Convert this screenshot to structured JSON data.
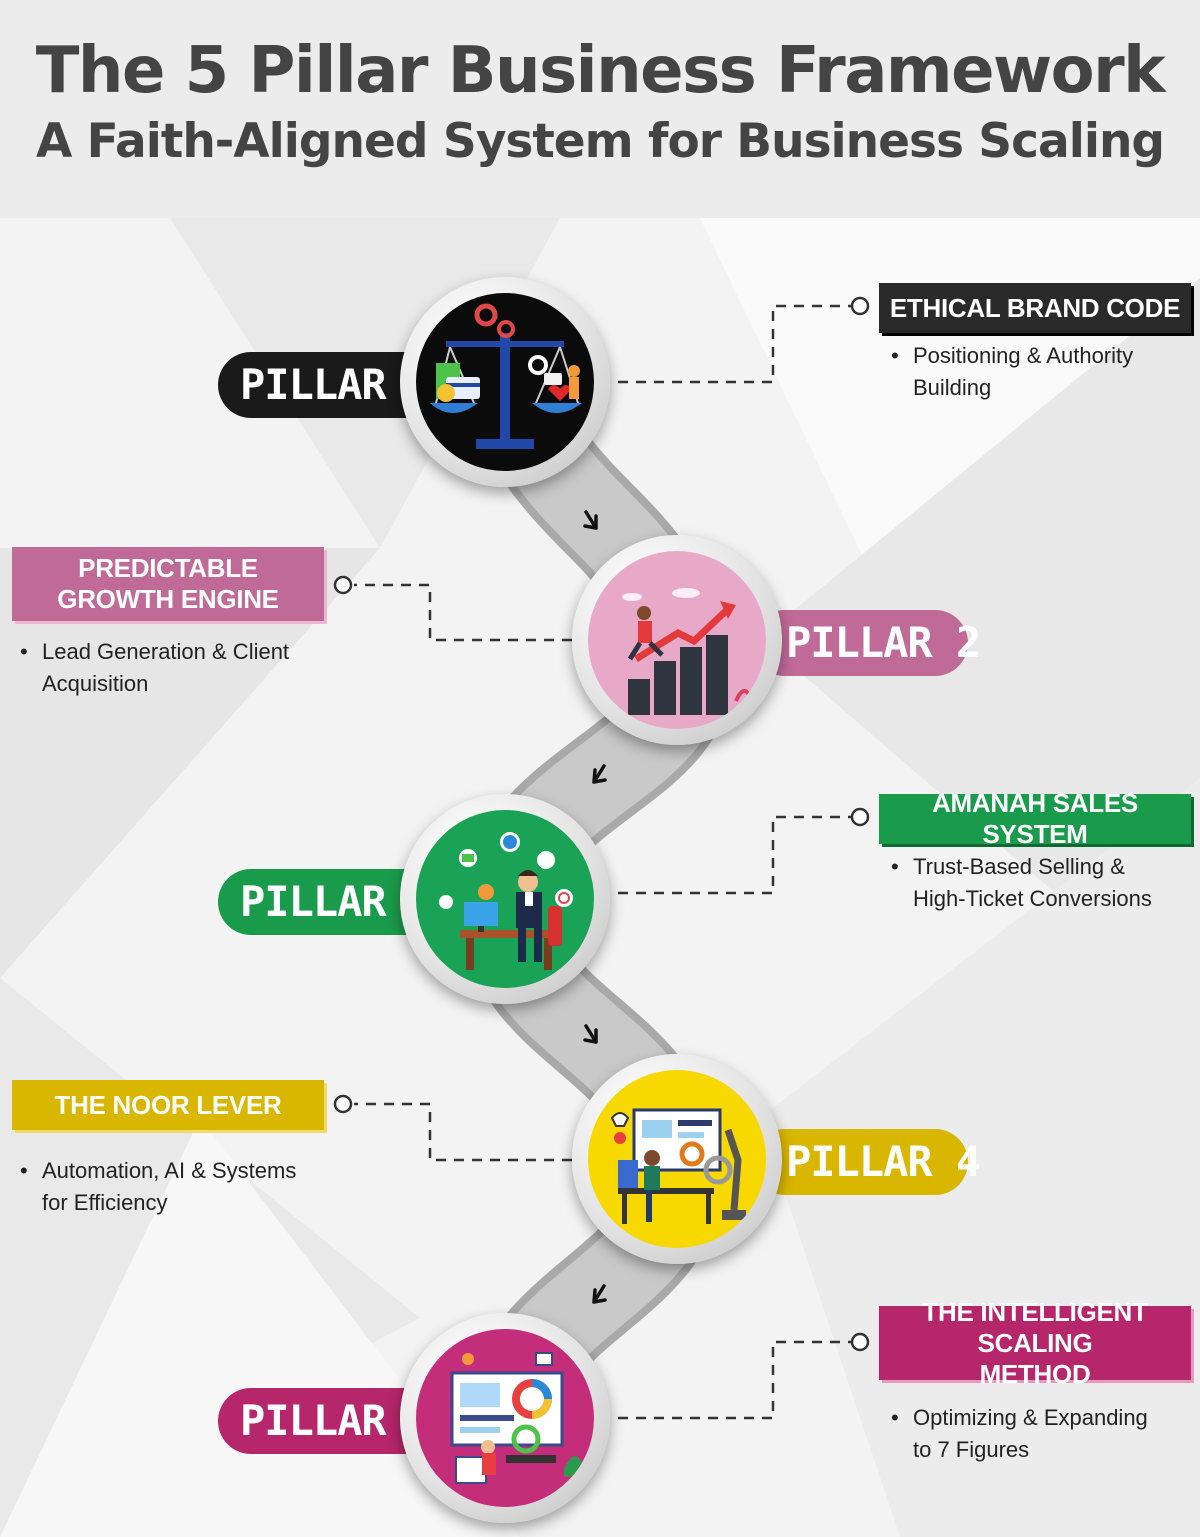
{
  "header": {
    "title": "The 5 Pillar Business Framework",
    "subtitle": "A Faith-Aligned System for Business Scaling"
  },
  "colors": {
    "pillar1": "#1a1a1a",
    "pillar2": "#c06a97",
    "pillar3": "#1a9b4b",
    "pillar4": "#d9b600",
    "pillar5": "#b5266b",
    "path": "#b9b9b9",
    "text": "#444444"
  },
  "pillars": [
    {
      "label": "PILLAR 1",
      "heading": "ETHICAL BRAND CODE",
      "bullet": "Positioning & Authority Building",
      "icon": "scales-of-justice-icon"
    },
    {
      "label": "PILLAR 2",
      "heading": "PREDICTABLE GROWTH ENGINE",
      "bullet": "Lead Generation & Client Acquisition",
      "icon": "growth-chart-climber-icon"
    },
    {
      "label": "PILLAR 3",
      "heading": "AMANAH SALES SYSTEM",
      "bullet": "Trust-Based Selling & High-Ticket Conversions",
      "icon": "businessman-desk-icon"
    },
    {
      "label": "PILLAR 4",
      "heading": "THE NOOR LEVER",
      "bullet": "Automation, AI & Systems for Efficiency",
      "icon": "automation-workstation-icon"
    },
    {
      "label": "PILLAR 5",
      "heading": "THE INTELLIGENT SCALING METHOD",
      "bullet": "Optimizing & Expanding to 7 Figures",
      "icon": "scaling-dashboard-icon"
    }
  ]
}
